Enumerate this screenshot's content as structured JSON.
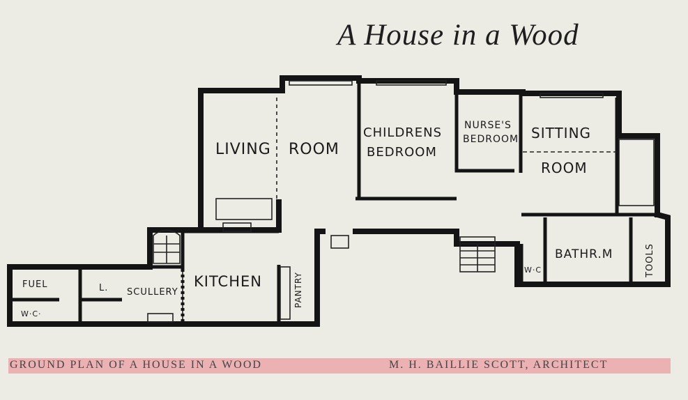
{
  "title": "A House in a Wood",
  "rooms": {
    "living_1": "LIVING",
    "living_2": "ROOM",
    "childrens_1": "CHILDRENS",
    "childrens_2": "BEDROOM",
    "nurses_1": "NURSE'S",
    "nurses_2": "BEDROOM",
    "sitting_1": "SITTING",
    "sitting_2": "ROOM",
    "kitchen": "KITCHEN",
    "scullery": "SCULLERY",
    "larder": "L.",
    "fuel": "FUEL",
    "wc_left": "W·C·",
    "wc_right": "W·C",
    "pantry": "PANTRY",
    "bathroom": "BATHR.M",
    "tools": "TOOLS"
  },
  "caption": {
    "left": "GROUND PLAN OF A HOUSE IN A WOOD",
    "right": "M. H. BAILLIE SCOTT, ARCHITECT",
    "highlight_color": "#ebb1b3"
  }
}
